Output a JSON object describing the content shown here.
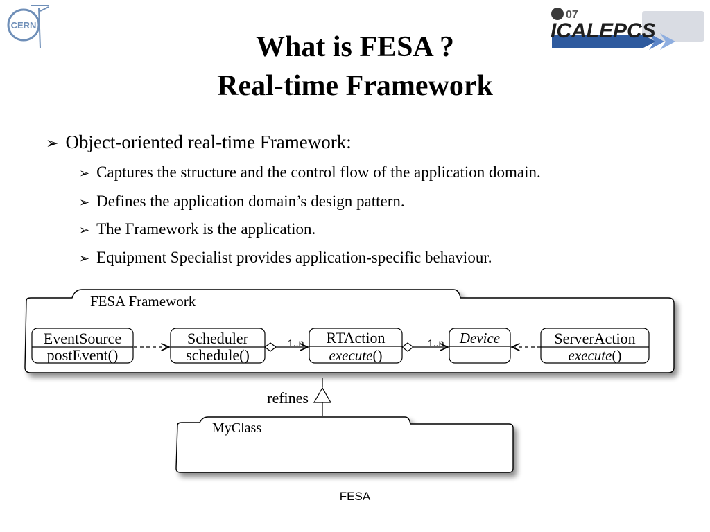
{
  "slide": {
    "title_line1": "What is FESA ?",
    "title_line2": "Real-time Framework",
    "footer": "FESA"
  },
  "logos": {
    "cern": "CERN",
    "conference_year": "07",
    "conference": "ICALEPCS"
  },
  "bullets": {
    "main": "Object-oriented real-time Framework:",
    "sub": [
      "Captures the structure and the control flow of  the application domain.",
      "Defines the application domain’s design pattern.",
      "The Framework is the application.",
      "Equipment Specialist provides application-specific behaviour."
    ]
  },
  "diagram": {
    "package_framework": "FESA Framework",
    "package_myclass": "MyClass",
    "classes": {
      "eventsource": {
        "name": "EventSource",
        "method": "postEvent()"
      },
      "scheduler": {
        "name": "Scheduler",
        "method": "schedule()"
      },
      "rtaction": {
        "name": "RTAction",
        "method": "execute",
        "method_suffix": "()"
      },
      "device": {
        "name": "Device"
      },
      "serveraction": {
        "name": "ServerAction",
        "method": "execute",
        "method_suffix": "()"
      }
    },
    "multiplicity_1": "1..n",
    "multiplicity_2": "1..n",
    "refines_label": "refines"
  },
  "colors": {
    "accent_blue": "#2e5a9e",
    "logo_gray": "#6f8fb8"
  }
}
